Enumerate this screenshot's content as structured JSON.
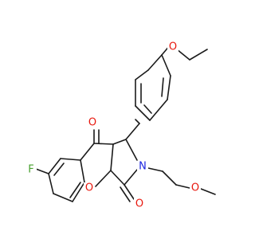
{
  "molecule": {
    "labels": {
      "ether_O": "O",
      "ketone_O": "O",
      "fluorine": "F",
      "ring_O": "O",
      "nitrogen": "N",
      "lactam_O": "O",
      "methoxy_O": "O"
    },
    "colors": {
      "bond": "#1a1a1a",
      "oxygen": "#e8170d",
      "nitrogen": "#1a24e0",
      "fluorine": "#46a02c"
    }
  }
}
